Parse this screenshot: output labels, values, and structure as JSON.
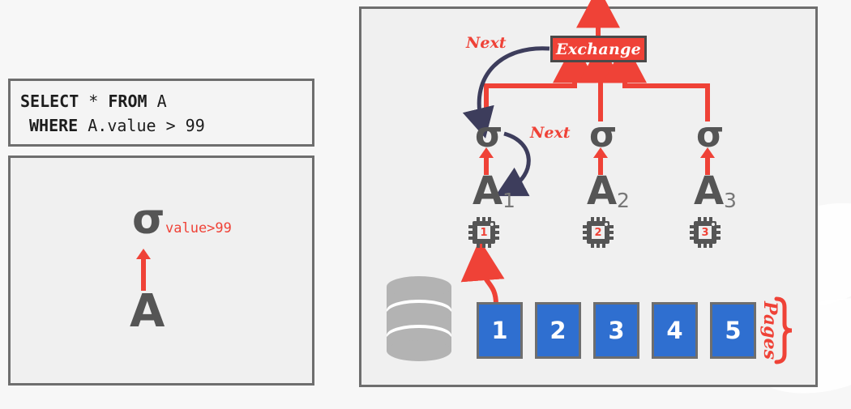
{
  "background": {
    "page": "#f7f7f7",
    "panel_fill": "#f0f0f0",
    "panel_border": "#6e6e6e"
  },
  "colors": {
    "red": "#ef4237",
    "navy": "#3d3d5c",
    "gray": "#555555",
    "blue": "#2f6fd0",
    "white": "#ffffff"
  },
  "sql_box": {
    "line1_keyword1": "SELECT",
    "line1_star": " * ",
    "line1_keyword2": "FROM",
    "line1_table": " A",
    "line2_keyword": "WHERE",
    "line2_expr": " A.value > 99",
    "full_query": "SELECT * FROM A\n WHERE A.value > 99"
  },
  "single_plan": {
    "operator_symbol": "σ",
    "predicate_label": "value>99",
    "table_symbol": "A",
    "arrow": "up-arrow-red"
  },
  "parallel_plan": {
    "exchange_label": "Exchange",
    "next_labels": [
      "Next",
      "Next"
    ],
    "workers": [
      {
        "operator_symbol": "σ",
        "table_symbol": "A",
        "subscript": "1",
        "cpu_id": "1"
      },
      {
        "operator_symbol": "σ",
        "table_symbol": "A",
        "subscript": "2",
        "cpu_id": "2"
      },
      {
        "operator_symbol": "σ",
        "table_symbol": "A",
        "subscript": "3",
        "cpu_id": "3"
      }
    ],
    "pages": [
      "1",
      "2",
      "3",
      "4",
      "5"
    ],
    "pages_bracket_label": "Pages",
    "storage_icon": "database-cylinder-icon"
  }
}
